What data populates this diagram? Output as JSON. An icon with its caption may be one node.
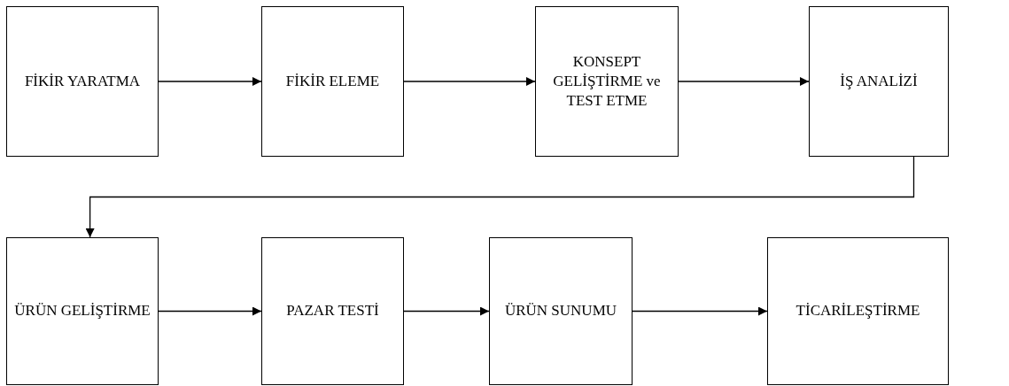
{
  "diagram": {
    "nodes": [
      {
        "text": [
          "FİKİR YARATMA"
        ]
      },
      {
        "text": [
          "FİKİR ELEME"
        ]
      },
      {
        "text": [
          "KONSEPT GELİŞTİRME ve TEST ETME"
        ]
      },
      {
        "text": [
          "İŞ ANALİZİ"
        ]
      },
      {
        "text": [
          "ÜRÜN GELİŞTİRME"
        ]
      },
      {
        "text": [
          "PAZAR TESTİ"
        ]
      },
      {
        "text": [
          "ÜRÜN SUNUMU"
        ]
      },
      {
        "text": [
          "TİCARİLEŞTİRME"
        ]
      }
    ],
    "edges": [
      {
        "from": 0,
        "to": 1,
        "arrow": "to"
      },
      {
        "from": 1,
        "to": 2,
        "arrow": "to"
      },
      {
        "from": 2,
        "to": 3,
        "arrow": "to"
      },
      {
        "from": 3,
        "to": 4,
        "arrow": "to"
      },
      {
        "from": 4,
        "to": 5,
        "arrow": "to"
      },
      {
        "from": 5,
        "to": 6,
        "arrow": "to"
      },
      {
        "from": 6,
        "to": 7,
        "arrow": "to"
      }
    ]
  }
}
